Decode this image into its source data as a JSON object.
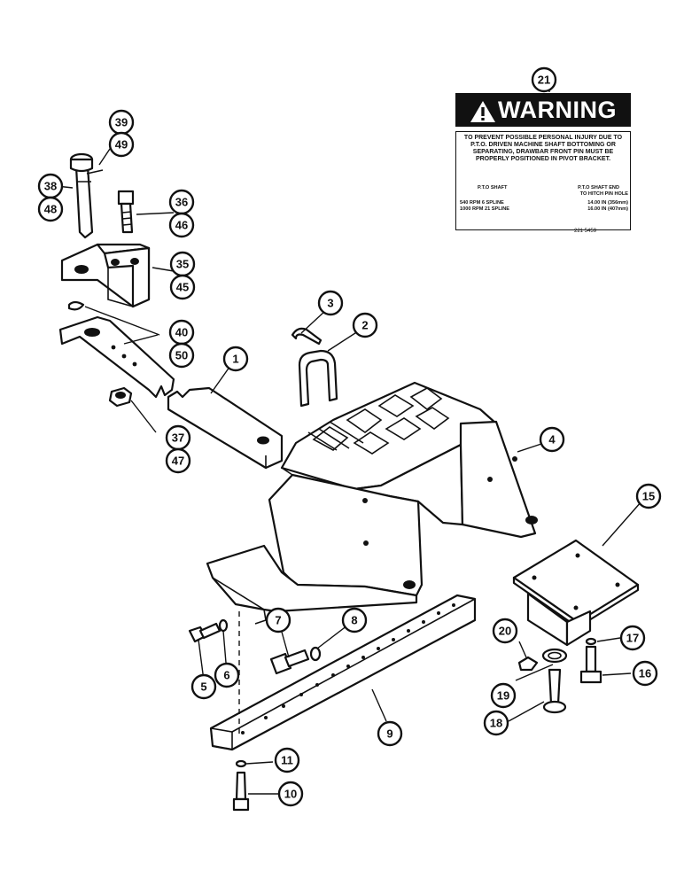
{
  "callouts": [
    {
      "id": "c1",
      "label": "1"
    },
    {
      "id": "c2",
      "label": "2"
    },
    {
      "id": "c3",
      "label": "3"
    },
    {
      "id": "c4",
      "label": "4"
    },
    {
      "id": "c5",
      "label": "5"
    },
    {
      "id": "c6",
      "label": "6"
    },
    {
      "id": "c7",
      "label": "7"
    },
    {
      "id": "c8",
      "label": "8"
    },
    {
      "id": "c9",
      "label": "9"
    },
    {
      "id": "c10",
      "label": "10"
    },
    {
      "id": "c11",
      "label": "11"
    },
    {
      "id": "c15",
      "label": "15"
    },
    {
      "id": "c16",
      "label": "16"
    },
    {
      "id": "c17",
      "label": "17"
    },
    {
      "id": "c18",
      "label": "18"
    },
    {
      "id": "c19",
      "label": "19"
    },
    {
      "id": "c20",
      "label": "20"
    },
    {
      "id": "c21",
      "label": "21"
    },
    {
      "id": "c35",
      "label": "35"
    },
    {
      "id": "c36",
      "label": "36"
    },
    {
      "id": "c37",
      "label": "37"
    },
    {
      "id": "c38",
      "label": "38"
    },
    {
      "id": "c39",
      "label": "39"
    },
    {
      "id": "c40",
      "label": "40"
    },
    {
      "id": "c45",
      "label": "45"
    },
    {
      "id": "c46",
      "label": "46"
    },
    {
      "id": "c47",
      "label": "47"
    },
    {
      "id": "c48",
      "label": "48"
    },
    {
      "id": "c49",
      "label": "49"
    },
    {
      "id": "c50",
      "label": "50"
    }
  ],
  "warning": {
    "header": "WARNING",
    "message": "TO PREVENT POSSIBLE PERSONAL INJURY DUE TO P.T.O. DRIVEN MACHINE SHAFT BOTTOMING OR SEPARATING, DRAWBAR FRONT PIN MUST BE PROPERLY POSITIONED IN PIVOT BRACKET.",
    "col1_header": "P.T.O SHAFT",
    "col2_header_line1": "P.T.O SHAFT END",
    "col2_header_line2": "TO HITCH PIN HOLE",
    "row1_left": "540 RPM  6 SPLINE",
    "row1_right": "14.00 IN  (356mm)",
    "row2_left": "1000 RPM  21 SPLINE",
    "row2_right": "16.00 IN  (407mm)",
    "decal_code": "221  5459"
  }
}
